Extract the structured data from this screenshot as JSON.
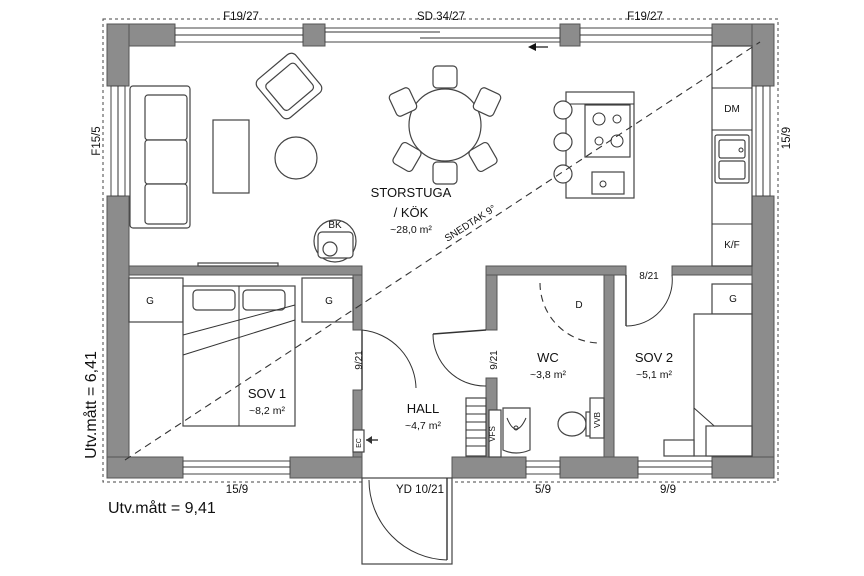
{
  "dimensions": {
    "width_label": "Utv.mått = 9,41",
    "height_label": "Utv.mått = 6,41"
  },
  "rooms": {
    "storstuga": {
      "name_line1": "STORSTUGA",
      "name_line2": "/ KÖK",
      "area": "~28,0 m²"
    },
    "sov1": {
      "name": "SOV 1",
      "area": "~8,2 m²"
    },
    "hall": {
      "name": "HALL",
      "area": "~4,7 m²"
    },
    "wc": {
      "name": "WC",
      "area": "~3,8 m²"
    },
    "sov2": {
      "name": "SOV 2",
      "area": "~5,1 m²"
    }
  },
  "openings": {
    "top_left": "F19/27",
    "top_center": "SD 34/27",
    "top_right": "F19/27",
    "left": "F15/5",
    "right": "15/9",
    "bottom_sov1": "15/9",
    "bottom_entry": "YD 10/21",
    "bottom_wc": "5/9",
    "bottom_sov2": "9/9",
    "door_sov1": "9/21",
    "door_wc": "9/21",
    "door_sov2": "8/21"
  },
  "fixtures": {
    "wardrobe": "G",
    "dishwasher": "DM",
    "fridge_freezer": "K/F",
    "stove": "BK",
    "shower_drain": "D",
    "water_heater": "VVB",
    "vfs": "VFS",
    "electric_panel": "EC"
  },
  "annotations": {
    "roof_slope": "SNEDTAK 9°"
  }
}
